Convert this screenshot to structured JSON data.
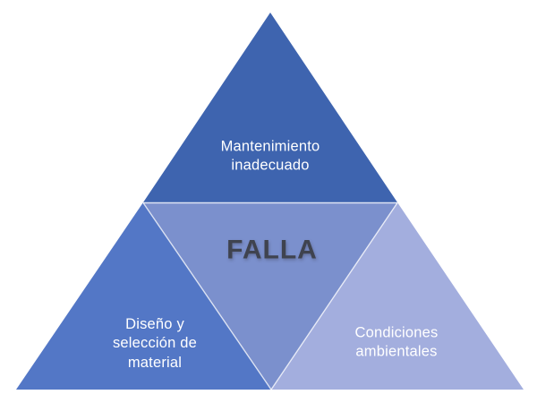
{
  "diagram": {
    "top": {
      "label": "Mantenimiento\ninadecuado",
      "color": "#3E64AF"
    },
    "left": {
      "label": "Diseño y\nselección de\nmaterial",
      "color": "#5377C6"
    },
    "center": {
      "label": "FALLA",
      "color": "#7B90CD",
      "text_color": "#3F434F"
    },
    "right": {
      "label": "Condiciones\nambientales",
      "color": "#A3AEDE"
    },
    "label_text_color": "#FFFFFF",
    "divider_color": "rgba(255,255,255,0.75)",
    "base_shadow_color": "rgba(150,158,185,0.40)",
    "background_color": "#FFFFFF"
  }
}
